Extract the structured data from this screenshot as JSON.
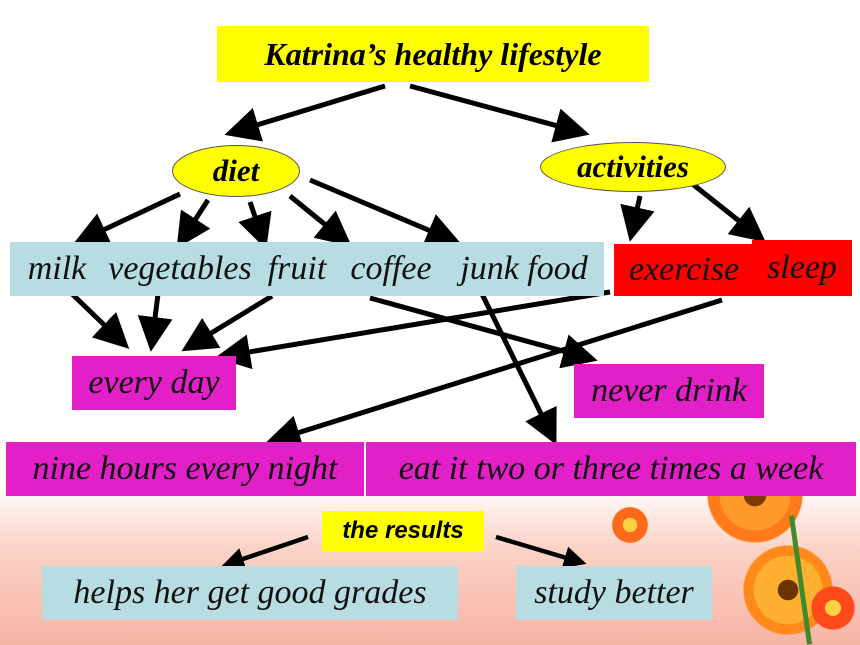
{
  "title": "Katrina’s healthy lifestyle",
  "categories": {
    "diet": "diet",
    "activities": "activities"
  },
  "items": {
    "milk": "milk",
    "vegetables": "vegetables",
    "fruit": "fruit",
    "coffee": "coffee",
    "junk_food": "junk food",
    "exercise": "exercise",
    "sleep": "sleep"
  },
  "frequencies": {
    "every_day": "every day",
    "never_drink": "never drink",
    "nine_hours": "nine hours every night",
    "two_three_week": "eat it two or three times a week"
  },
  "results": {
    "label": "the results",
    "good_grades": "helps her get good grades",
    "study_better": "study better"
  },
  "colors": {
    "title_bg": "#ffff00",
    "item_bg": "#b7dde2",
    "frequency_bg": "#e31fc7",
    "exercise_bg": "#ff0000",
    "arrow": "#000000"
  }
}
